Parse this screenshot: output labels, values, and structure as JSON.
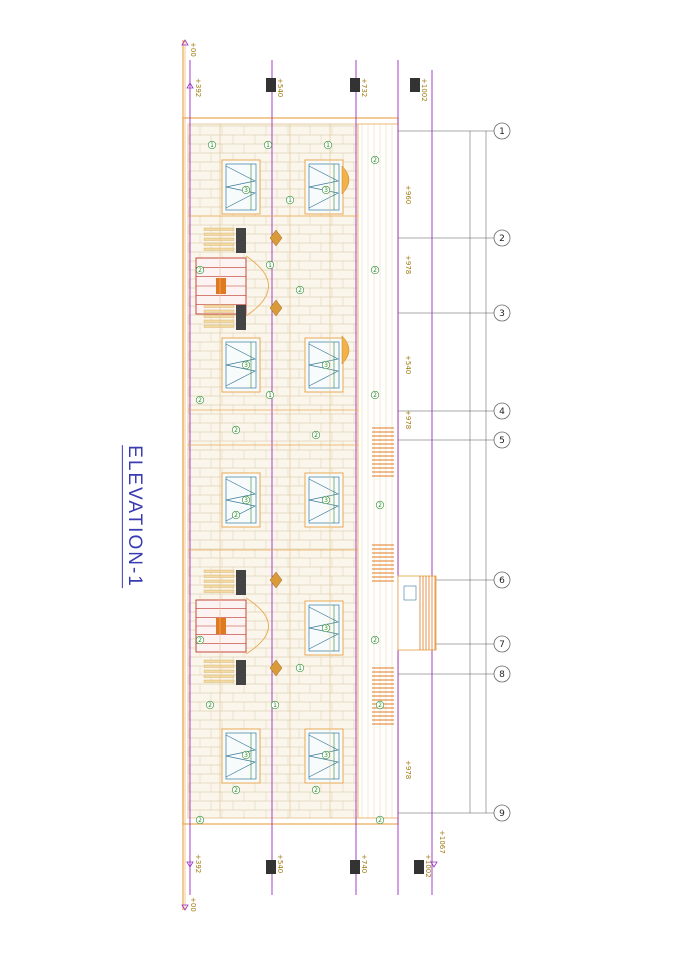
{
  "title": "ELEVATION-1",
  "grid_markers": [
    "1",
    "2",
    "3",
    "4",
    "5",
    "6",
    "7",
    "8",
    "9"
  ],
  "level_marks_top": [
    "+00",
    "+392",
    "+540",
    "+732",
    "+1002"
  ],
  "level_marks_bottom": [
    "+00",
    "+392",
    "+540",
    "+740",
    "+1002",
    "+1067"
  ],
  "mid_level_marks": [
    "+960",
    "+978",
    "+540",
    "+978",
    "+1067",
    "+978"
  ],
  "window_tags": [
    "1",
    "2",
    "3"
  ],
  "colors": {
    "outline": "#e8a850",
    "stone": "#c9b58a",
    "level_line": "#9a2ec2",
    "grid_line": "#555555",
    "tag_green": "#2a8a2a",
    "window": "#3a7a9a",
    "door_red": "#c0392b",
    "accent_orange": "#e07820",
    "title_blue": "#3a3bb0"
  }
}
